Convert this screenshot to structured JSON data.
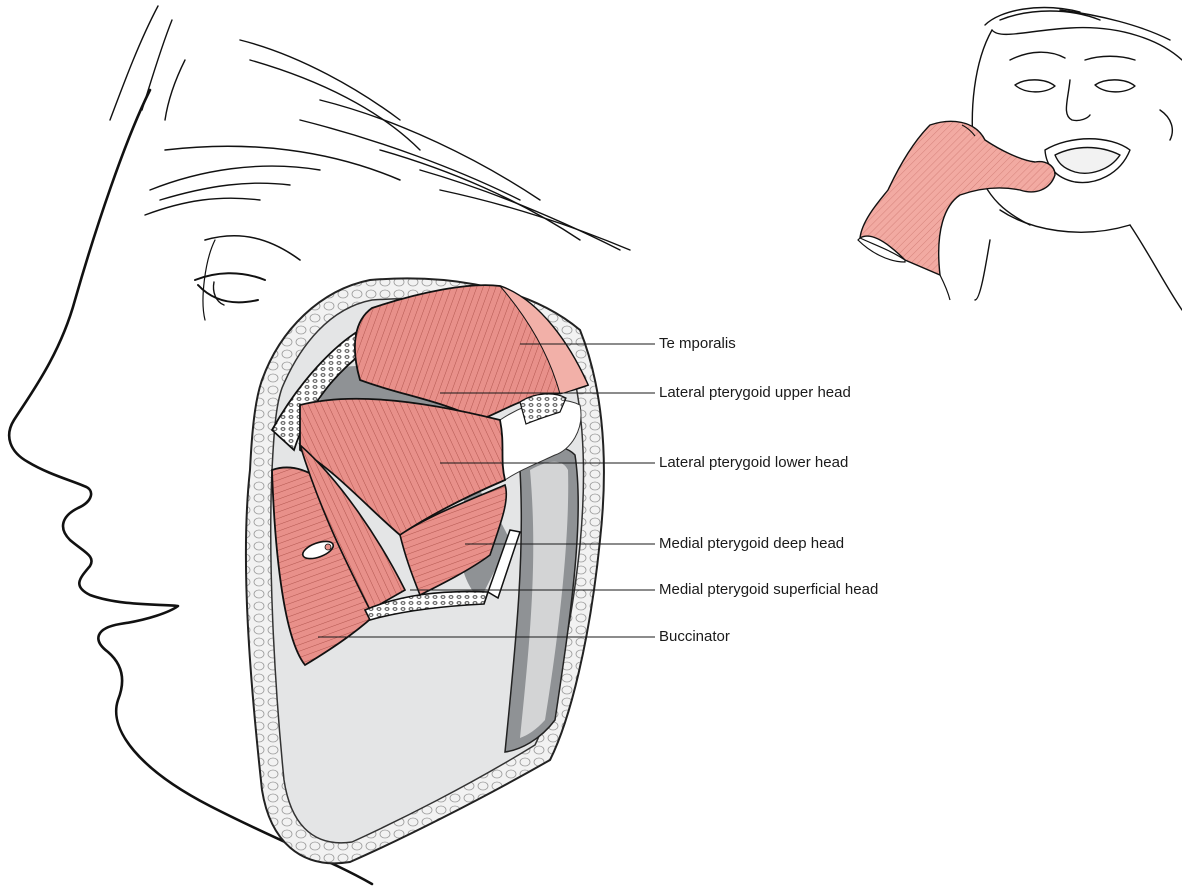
{
  "labels": [
    {
      "id": "temporalis",
      "text": "Te mporalis"
    },
    {
      "id": "lpt-upper",
      "text": "Lateral pterygoid upper head"
    },
    {
      "id": "lpt-lower",
      "text": "Lateral pterygoid lower head"
    },
    {
      "id": "mpt-deep",
      "text": "Medial pterygoid deep head"
    },
    {
      "id": "mpt-superficial",
      "text": "Medial pterygoid superficial head"
    },
    {
      "id": "buccinator",
      "text": "Buccinator"
    }
  ],
  "colors": {
    "muscle": "#e8908a",
    "muscle_light": "#f2b0a8",
    "muscle_line": "#b2564f",
    "line": "#111111",
    "gray_dark": "#8f9295",
    "gray_light": "#e4e5e6",
    "bone": "#f7f7f7"
  },
  "icons": {
    "main": "face-profile-dissection",
    "inset": "palpation-inset-face"
  }
}
